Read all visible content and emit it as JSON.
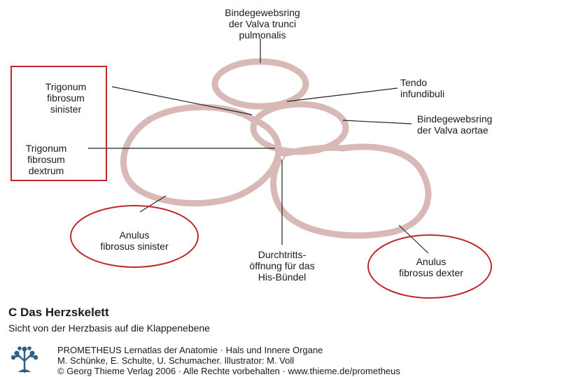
{
  "labels": {
    "bindegewebsring_pulm": [
      "Bindegewebsring",
      "der Valva trunci",
      "pulmonalis"
    ],
    "trigonum_sinister": [
      "Trigonum",
      "fibrosum",
      "sinister"
    ],
    "tendo": [
      "Tendo",
      "infundibuli"
    ],
    "bindegewebsring_aortae": [
      "Bindegewebsring",
      "der Valva aortae"
    ],
    "trigonum_dextrum": [
      "Trigonum",
      "fibrosum",
      "dextrum"
    ],
    "anulus_sinister": [
      "Anulus",
      "fibrosus sinister"
    ],
    "durchtritt": [
      "Durchtritts-",
      "öffnung für das",
      "His-Bündel"
    ],
    "anulus_dexter": [
      "Anulus",
      "fibrosus dexter"
    ]
  },
  "caption": {
    "title": "C Das Herzskelett",
    "subtitle": "Sicht von der Herzbasis auf die Klappenebene"
  },
  "credit": {
    "line1": "PROMETHEUS Lernatlas der Anatomie · Hals und Innere Organe",
    "line2": "M. Schünke, E. Schulte, U. Schumacher. Illustrator: M. Voll",
    "line3": "© Georg Thieme Verlag 2006 · Alle Rechte vorbehalten · www.thieme.de/prometheus"
  },
  "colors": {
    "ring": "#d9b9b5",
    "annotation_red": "#c0282d",
    "leader": "#222222",
    "logo": "#2d5f86"
  },
  "icons": {
    "logo": "prometheus-tree-logo"
  }
}
